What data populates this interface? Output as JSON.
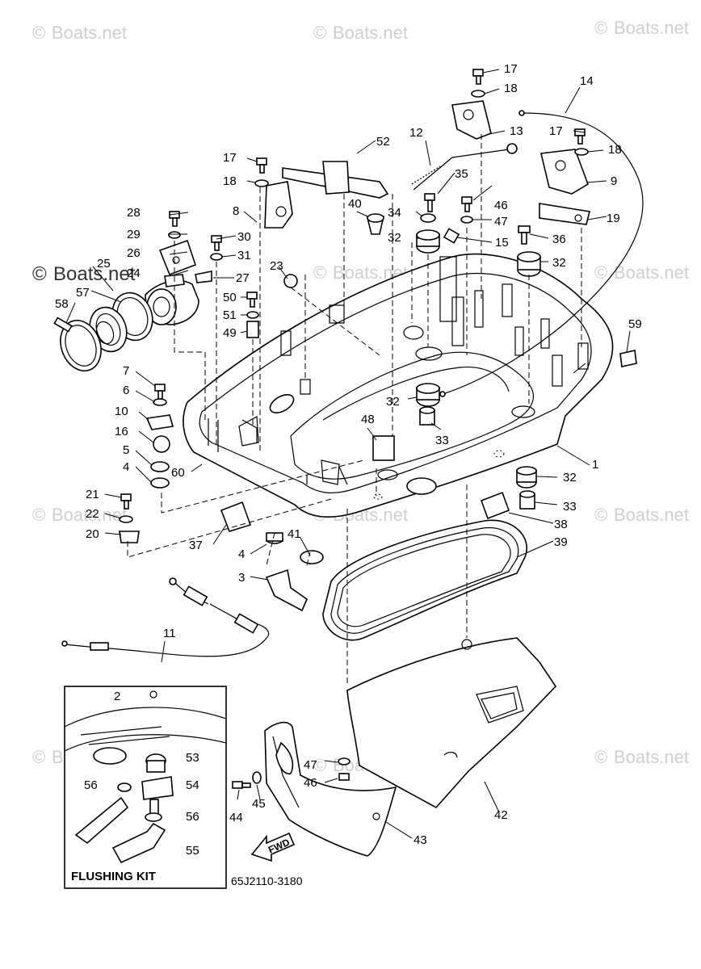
{
  "watermark": {
    "text": "Boats.net",
    "symbol": "©",
    "color": "#cfcfcf"
  },
  "diagram": {
    "code": "65J2110-3180",
    "flushing_kit_title": "FLUSHING KIT",
    "fwd_label": "FWD",
    "labels": {
      "p1": "1",
      "p2": "2",
      "p3": "3",
      "p4a": "4",
      "p4b": "4",
      "p5": "5",
      "p6": "6",
      "p7": "7",
      "p8": "8",
      "p9": "9",
      "p10": "10",
      "p11": "11",
      "p12": "12",
      "p13": "13",
      "p14": "14",
      "p15": "15",
      "p16": "16",
      "p17a": "17",
      "p17b": "17",
      "p17c": "17",
      "p18a": "18",
      "p18b": "18",
      "p18c": "18",
      "p19": "19",
      "p20": "20",
      "p21": "21",
      "p22": "22",
      "p23": "23",
      "p24": "24",
      "p25": "25",
      "p26": "26",
      "p27": "27",
      "p28": "28",
      "p29": "29",
      "p30": "30",
      "p31": "31",
      "p32a": "32",
      "p32b": "32",
      "p32c": "32",
      "p32d": "32",
      "p33a": "33",
      "p33b": "33",
      "p34": "34",
      "p35": "35",
      "p36": "36",
      "p37": "37",
      "p38": "38",
      "p39": "39",
      "p40": "40",
      "p41": "41",
      "p42": "42",
      "p43": "43",
      "p44": "44",
      "p45": "45",
      "p46a": "46",
      "p46b": "46",
      "p47a": "47",
      "p47b": "47",
      "p48": "48",
      "p49": "49",
      "p50": "50",
      "p51": "51",
      "p52": "52",
      "p53": "53",
      "p54": "54",
      "p55": "55",
      "p56a": "56",
      "p56b": "56",
      "p57": "57",
      "p58": "58",
      "p59": "59",
      "p60": "60"
    }
  }
}
